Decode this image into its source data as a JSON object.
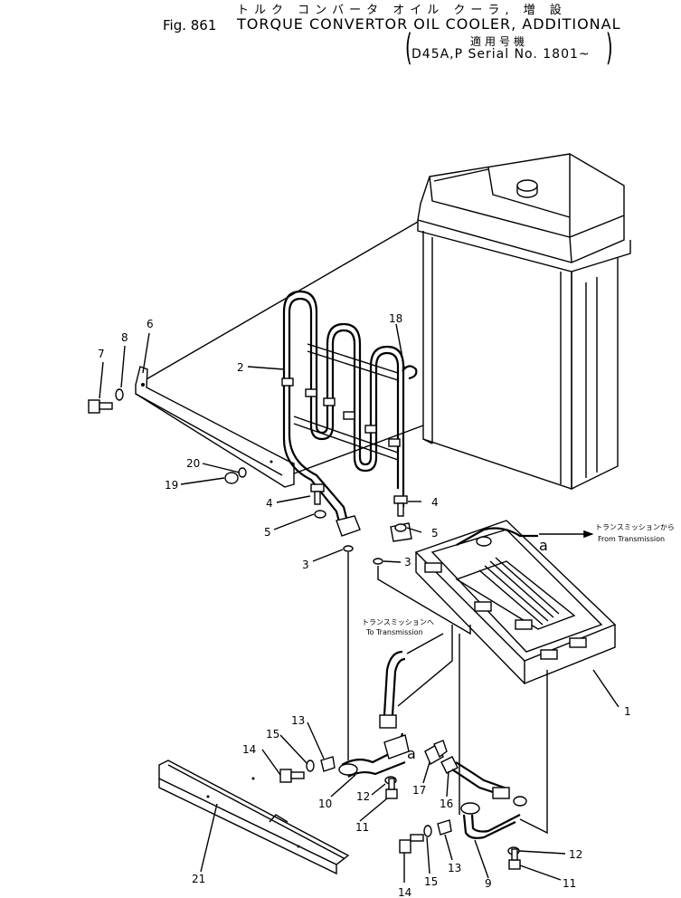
{
  "header": {
    "title_jp": "トルク コンバータ オイル クーラ, 増 設",
    "fig_label": "Fig. 861",
    "title_en": "TORQUE CONVERTOR OIL COOLER, ADDITIONAL",
    "serial_jp": "適用号機",
    "serial_en": "D45A,P Serial No. 1801~"
  },
  "callouts": {
    "p1": "1",
    "p2": "2",
    "p3a": "3",
    "p3b": "3",
    "p4a": "4",
    "p4b": "4",
    "p5a": "5",
    "p5b": "5",
    "p6": "6",
    "p7": "7",
    "p8": "8",
    "p9": "9",
    "p10": "10",
    "p11a": "11",
    "p11b": "11",
    "p12a": "12",
    "p12b": "12",
    "p13a": "13",
    "p13b": "13",
    "p14a": "14",
    "p14b": "14",
    "p15a": "15",
    "p15b": "15",
    "p16": "16",
    "p17": "17",
    "p18": "18",
    "p19": "19",
    "p20": "20",
    "p21": "21",
    "ref_a1": "a",
    "ref_a2": "a"
  },
  "notes": {
    "from_jp": "トランスミッションから",
    "from_en": "From Transmission",
    "to_jp": "トランスミッションへ",
    "to_en": "To Transmission"
  }
}
